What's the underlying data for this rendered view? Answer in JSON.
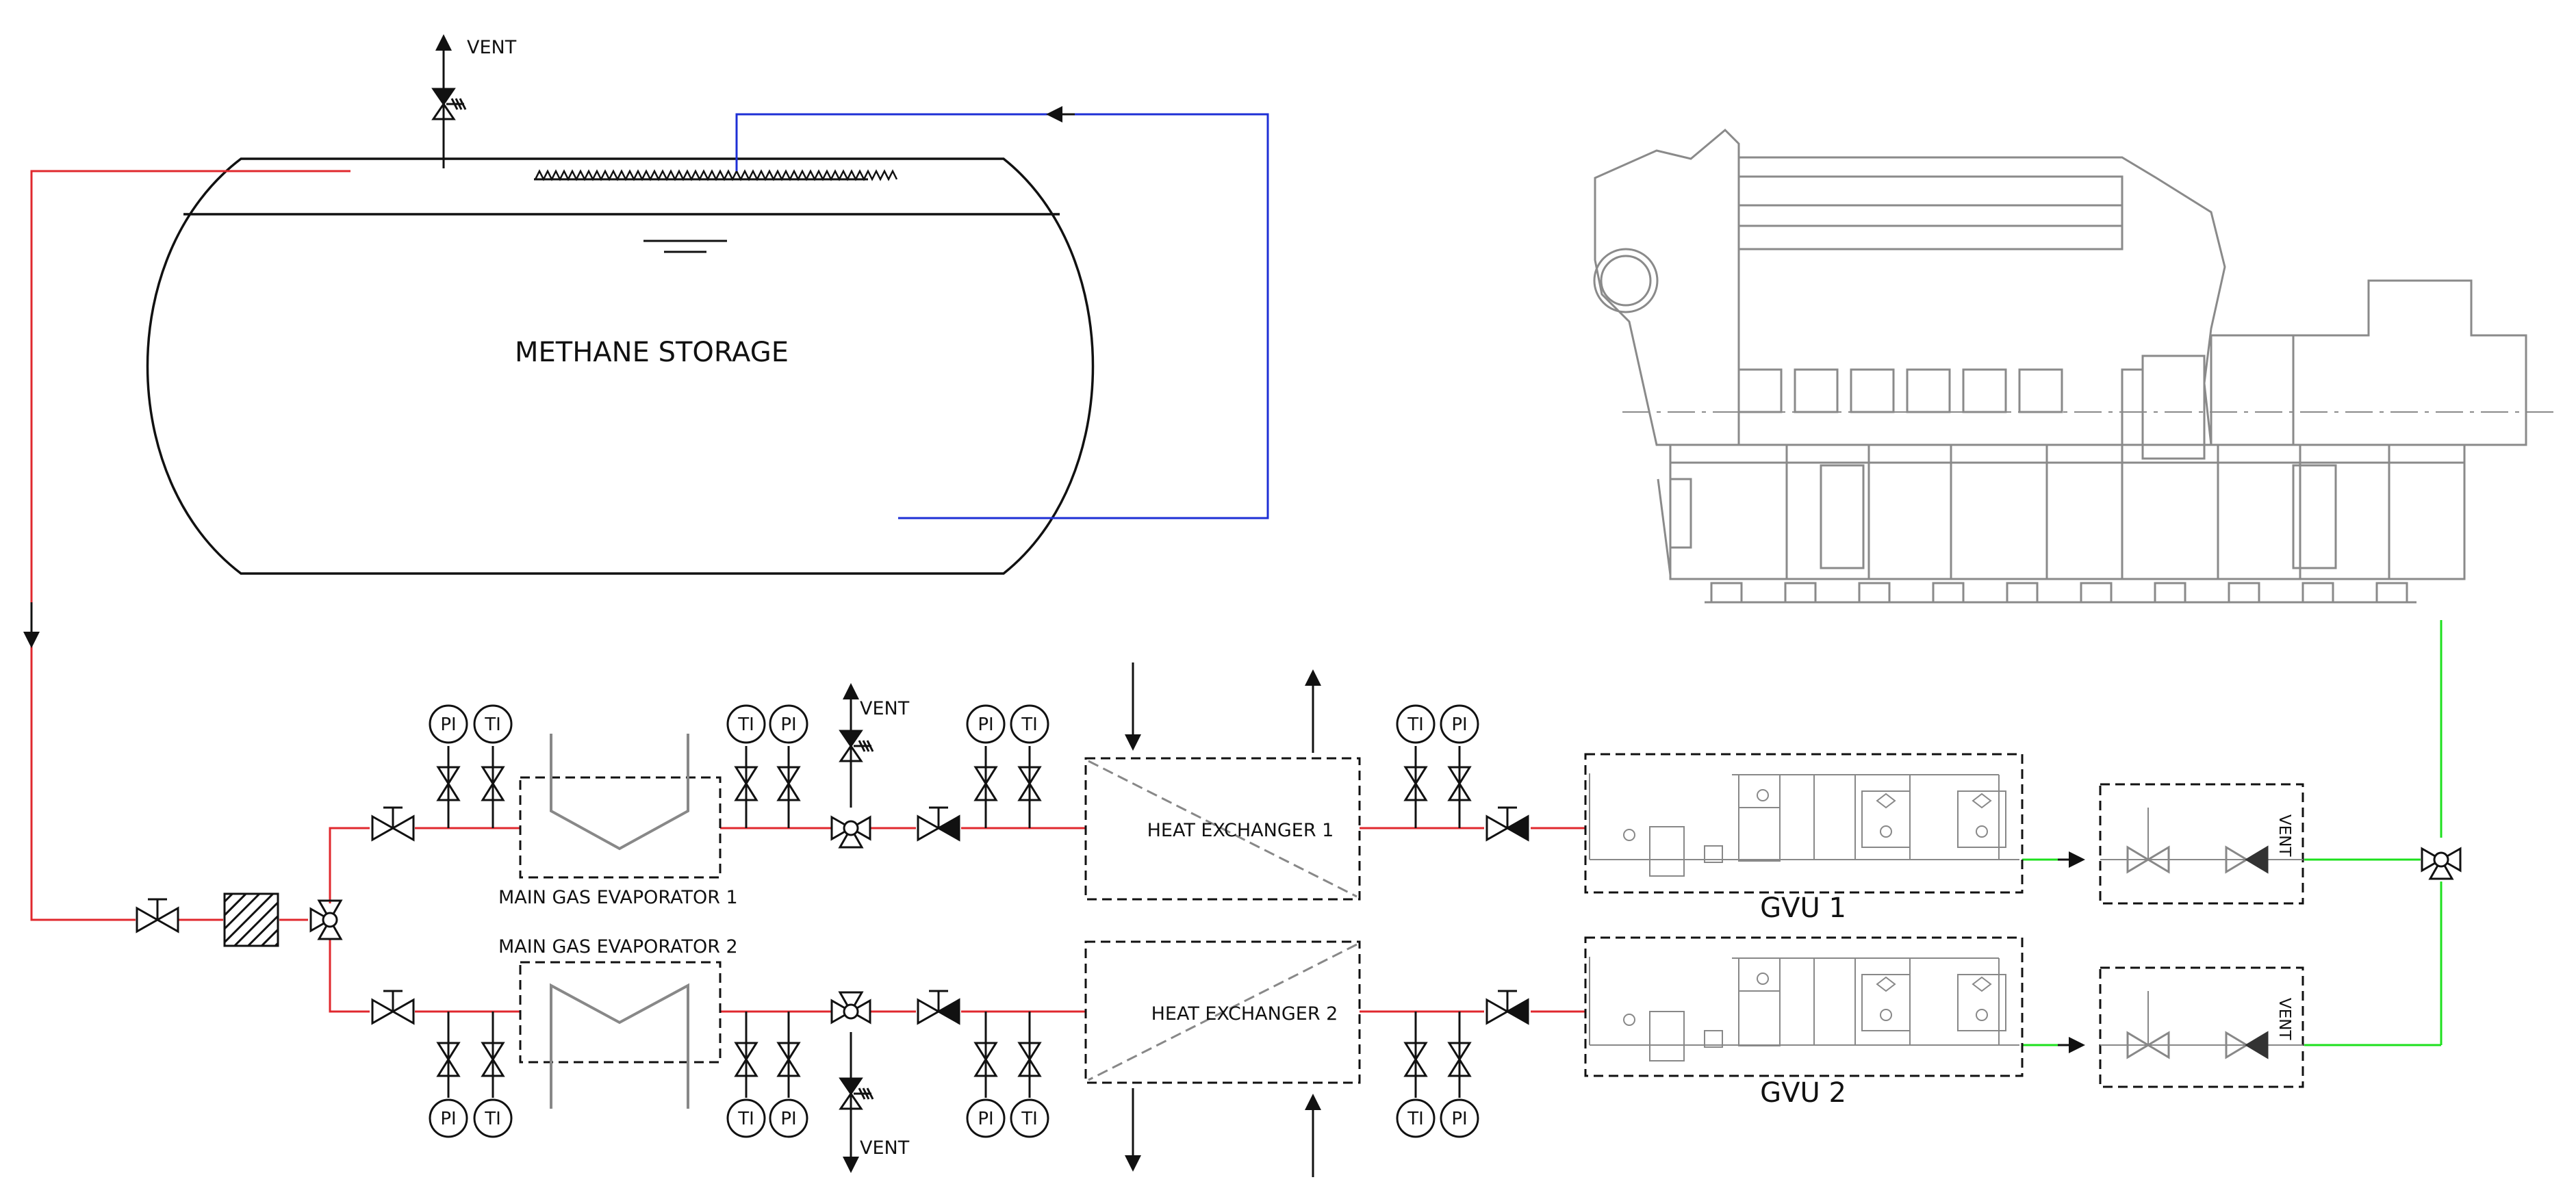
{
  "labels": {
    "tank": "METHANE STORAGE",
    "vent": "VENT",
    "evap1": "MAIN GAS EVAPORATOR 1",
    "evap2": "MAIN GAS EVAPORATOR 2",
    "hx1": "HEAT EXCHANGER 1",
    "hx2": "HEAT EXCHANGER 2",
    "gvu1": "GVU 1",
    "gvu2": "GVU 2",
    "pi": "PI",
    "ti": "TI"
  },
  "colors": {
    "gas_supply_line": "#e0282e",
    "return_line": "#1e2fd6",
    "engine_feed_line": "#1ee01e",
    "outline": "#111111",
    "engine": "#8a8a8a"
  },
  "icons": [
    "valve-icon",
    "relief-valve-icon",
    "three-way-valve-icon",
    "filter-icon",
    "instrument-bubble",
    "flow-arrow-icon",
    "engine-genset-drawing"
  ]
}
